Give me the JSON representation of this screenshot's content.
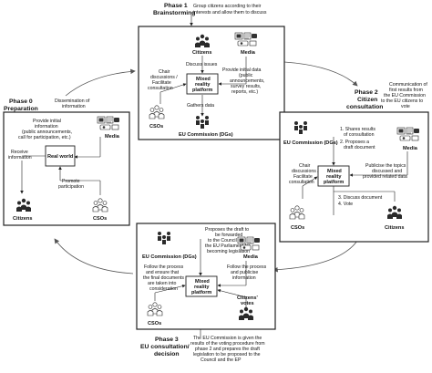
{
  "phase1": {
    "title_line1": "Phase 1",
    "title_line2": "Brainstorming",
    "note_line1": "Group citizens according to their",
    "note_line2": "interests and allow them to discuss",
    "citizens": "Citizens",
    "media": "Media",
    "discuss_issues": "Discuss issues",
    "platform_l1": "Mixed",
    "platform_l2": "reality",
    "platform_l3": "platform",
    "chair_l1": "Chair",
    "chair_l2": "discussions /",
    "chair_l3": "Facilitate",
    "chair_l4": "consultation",
    "provide_l1": "Provide initial data",
    "provide_l2": "(public",
    "provide_l3": "announcements,",
    "provide_l4": "survey results,",
    "provide_l5": "reports, etc.)",
    "gathers": "Gathers data",
    "csos": "CSOs",
    "eu": "EU Commission (DGs)"
  },
  "phase0": {
    "title_line1": "Phase 0",
    "title_line2": "Preparation",
    "dissem_l1": "Dissemination of",
    "dissem_l2": "information",
    "provide_l1": "Provide initial",
    "provide_l2": "information",
    "provide_l3": "(public announcements,",
    "provide_l4": "call for participation, etc.)",
    "media": "Media",
    "receive_l1": "Receive",
    "receive_l2": "information",
    "real_world": "Real world",
    "promote_l1": "Promote",
    "promote_l2": "participation",
    "citizens": "Citizens",
    "csos": "CSOs"
  },
  "phase2": {
    "title_line1": "Phase 2",
    "title_line2": "Citizen",
    "title_line3": "consultation",
    "note_l1": "Communication of",
    "note_l2": "first results from",
    "note_l3": "the EU Commission",
    "note_l4": "to the EU citizens to",
    "note_l5": "vote",
    "eu": "EU Commission (DGs)",
    "step1_l1": "1. Shares results",
    "step1_l2": "of consultation",
    "step2_l1": "2. Proposes a",
    "step2_l2": "draft document",
    "media": "Media",
    "chair_l1": "Chair",
    "chair_l2": "discussions /",
    "chair_l3": "Facilitate",
    "chair_l4": "consultation",
    "platform_l1": "Mixed",
    "platform_l2": "reality",
    "platform_l3": "platform",
    "publicise_l1": "Publicise the topics",
    "publicise_l2": "discussed and",
    "publicise_l3": "provided related data",
    "step3": "3. Discuss document",
    "step4": "4. Vote",
    "csos": "CSOs",
    "citizens": "Citizens"
  },
  "phase3": {
    "title_line1": "Phase 3",
    "title_line2": "EU consultation/",
    "title_line3": "decision",
    "proposes_l1": "Proposes the draft to",
    "proposes_l2": "be forwarded",
    "proposes_l3": "to the Council and",
    "proposes_l4": "the EU Parliament for",
    "proposes_l5": "becoming legislation",
    "eu": "EU Commission (DGs)",
    "media": "Media",
    "follow_l1": "Follow the process",
    "follow_l2": "and ensure that",
    "follow_l3": "the final documents",
    "follow_l4": "are taken into",
    "follow_l5": "consideration",
    "followpub_l1": "Follow the process",
    "followpub_l2": "and publicise",
    "followpub_l3": "information",
    "platform_l1": "Mixed",
    "platform_l2": "reality",
    "platform_l3": "platform",
    "csos": "CSOs",
    "votes_l1": "Citizens'",
    "votes_l2": "votes",
    "note_l1": "The EU Commission is given the",
    "note_l2": "results of the voting procedure from",
    "note_l3": "phase 2 and prepares the draft",
    "note_l4": "legislation to be proposed to the",
    "note_l5": "Council and the EP"
  }
}
